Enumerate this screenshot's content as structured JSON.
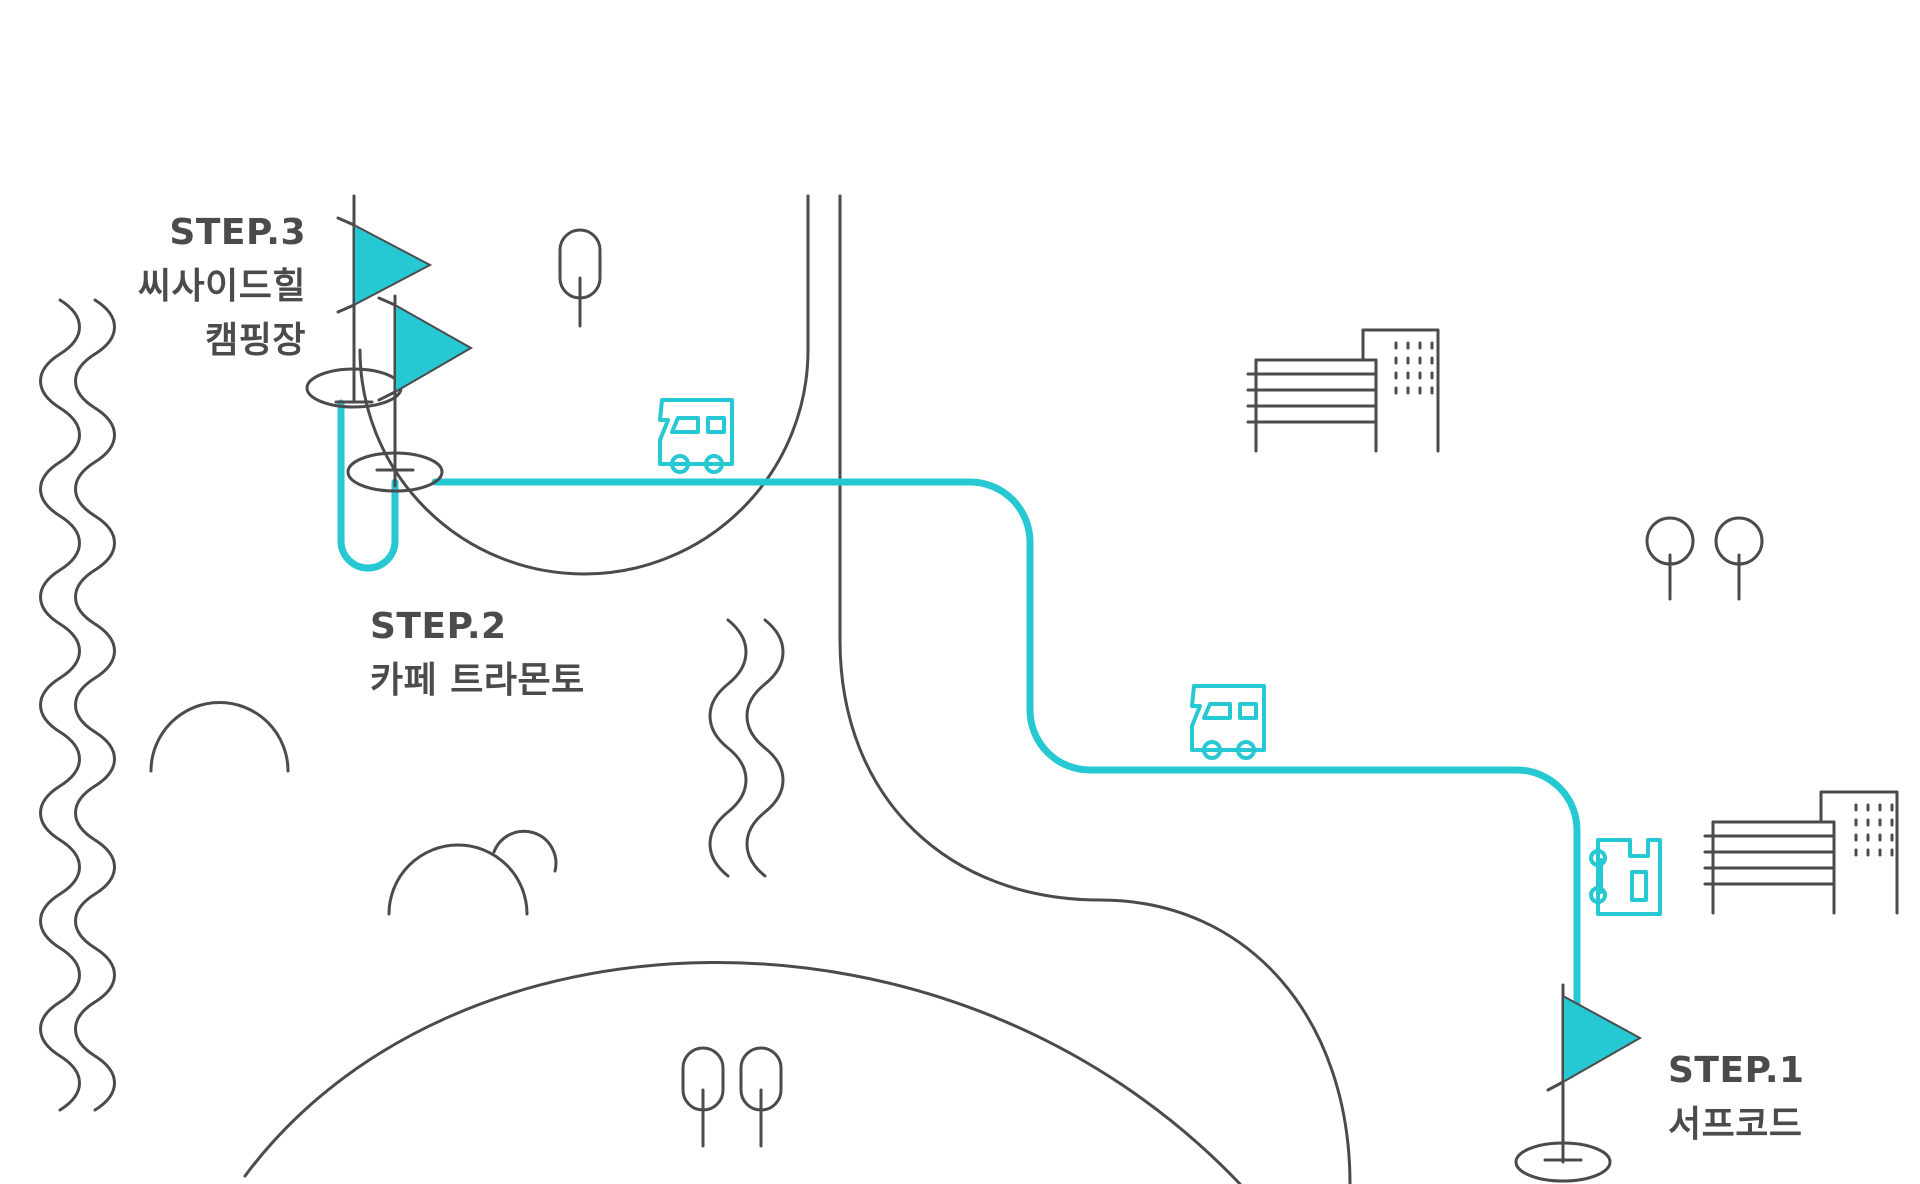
{
  "colors": {
    "line": "#4b4b4d",
    "route": "#26c9d3",
    "text": "#4b4b4d",
    "background": "#ffffff"
  },
  "steps": [
    {
      "id": "step-1",
      "title": "STEP.1",
      "name": [
        "서프코드"
      ]
    },
    {
      "id": "step-2",
      "title": "STEP.2",
      "name": [
        "카페 트라몬토"
      ]
    },
    {
      "id": "step-3",
      "title": "STEP.3",
      "name": [
        "씨사이드힐",
        "캠핑장"
      ]
    }
  ],
  "icons": [
    "flag-icon",
    "campervan-icon",
    "surf-shop-icon",
    "building-icon",
    "tree-icon",
    "wave-icon",
    "hill-icon"
  ]
}
